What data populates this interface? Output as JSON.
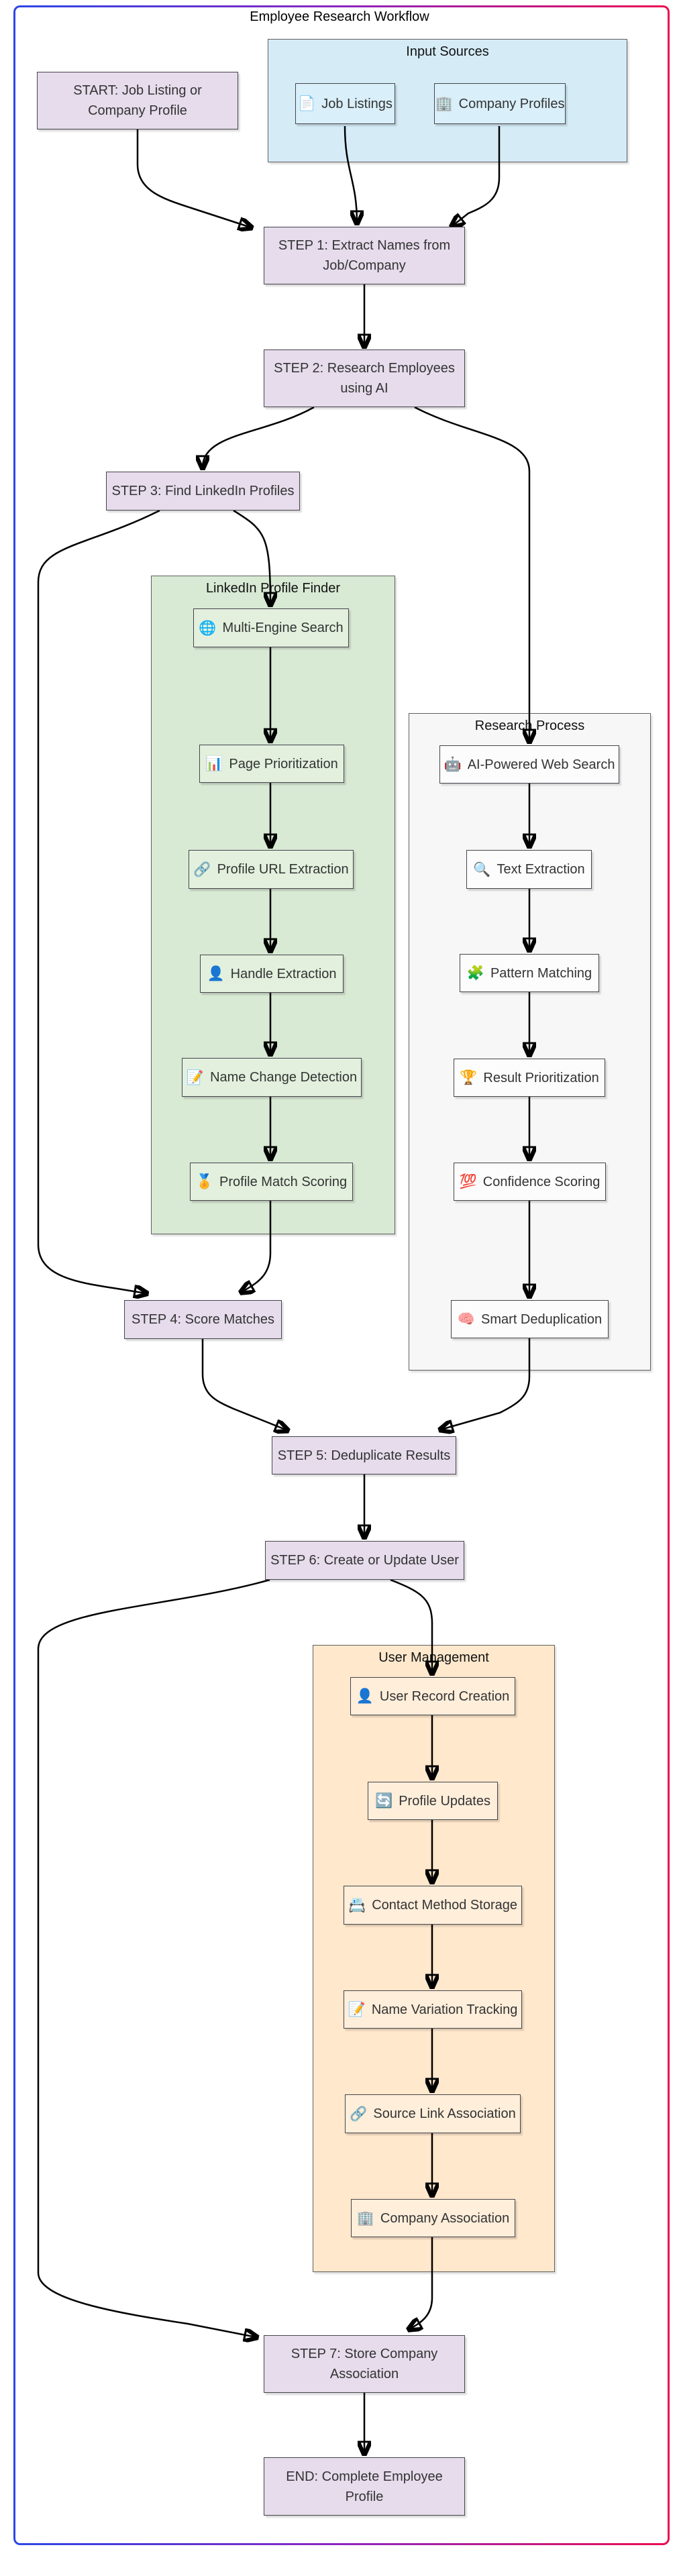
{
  "diagram": {
    "title": "Employee Research Workflow"
  },
  "subgraphs": {
    "input_sources": {
      "title": "Input Sources"
    },
    "linkedin_profile_finder": {
      "title": "LinkedIn Profile Finder"
    },
    "research_process": {
      "title": "Research Process"
    },
    "user_management": {
      "title": "User Management"
    }
  },
  "nodes": {
    "start": {
      "label": "START: Job Listing or Company Profile"
    },
    "job_listings": {
      "icon": "📄",
      "label": "Job Listings"
    },
    "company_profiles": {
      "icon": "🏢",
      "label": "Company Profiles"
    },
    "step1": {
      "label": "STEP 1: Extract Names from Job/Company"
    },
    "step2": {
      "label": "STEP 2: Research Employees using AI"
    },
    "step3": {
      "label": "STEP 3: Find LinkedIn Profiles"
    },
    "multi_engine_search": {
      "icon": "🌐",
      "label": "Multi-Engine Search"
    },
    "page_prioritization": {
      "icon": "📊",
      "label": "Page Prioritization"
    },
    "profile_url_extraction": {
      "icon": "🔗",
      "label": "Profile URL Extraction"
    },
    "handle_extraction": {
      "icon": "👤",
      "label": "Handle Extraction"
    },
    "name_change_detection": {
      "icon": "📝",
      "label": "Name Change Detection"
    },
    "profile_match_scoring": {
      "icon": "🏅",
      "label": "Profile Match Scoring"
    },
    "ai_powered_web_search": {
      "icon": "🤖",
      "label": "AI-Powered Web Search"
    },
    "text_extraction": {
      "icon": "🔍",
      "label": "Text Extraction"
    },
    "pattern_matching": {
      "icon": "🧩",
      "label": "Pattern Matching"
    },
    "result_prioritization": {
      "icon": "🏆",
      "label": "Result Prioritization"
    },
    "confidence_scoring": {
      "icon": "💯",
      "label": "Confidence Scoring"
    },
    "smart_deduplication": {
      "icon": "🧠",
      "label": "Smart Deduplication"
    },
    "step4": {
      "label": "STEP 4: Score Matches"
    },
    "step5": {
      "label": "STEP 5: Deduplicate Results"
    },
    "step6": {
      "label": "STEP 6: Create or Update User"
    },
    "user_record_creation": {
      "icon": "👤",
      "label": "User Record Creation"
    },
    "profile_updates": {
      "icon": "🔄",
      "label": "Profile Updates"
    },
    "contact_method_storage": {
      "icon": "📇",
      "label": "Contact Method Storage"
    },
    "name_variation_tracking": {
      "icon": "📝",
      "label": "Name Variation Tracking"
    },
    "source_link_association": {
      "icon": "🔗",
      "label": "Source Link Association"
    },
    "company_association": {
      "icon": "🏢",
      "label": "Company Association"
    },
    "step7": {
      "label": "STEP 7: Store Company Association"
    },
    "end": {
      "label": "END: Complete Employee Profile"
    }
  },
  "edges": [
    {
      "from": "start",
      "to": "step1"
    },
    {
      "from": "job_listings",
      "to": "step1"
    },
    {
      "from": "company_profiles",
      "to": "step1"
    },
    {
      "from": "step1",
      "to": "step2"
    },
    {
      "from": "step2",
      "to": "step3"
    },
    {
      "from": "step2",
      "to": "ai_powered_web_search"
    },
    {
      "from": "step3",
      "to": "step4"
    },
    {
      "from": "step3",
      "to": "multi_engine_search"
    },
    {
      "from": "multi_engine_search",
      "to": "page_prioritization"
    },
    {
      "from": "page_prioritization",
      "to": "profile_url_extraction"
    },
    {
      "from": "profile_url_extraction",
      "to": "handle_extraction"
    },
    {
      "from": "handle_extraction",
      "to": "name_change_detection"
    },
    {
      "from": "name_change_detection",
      "to": "profile_match_scoring"
    },
    {
      "from": "profile_match_scoring",
      "to": "step4"
    },
    {
      "from": "ai_powered_web_search",
      "to": "text_extraction"
    },
    {
      "from": "text_extraction",
      "to": "pattern_matching"
    },
    {
      "from": "pattern_matching",
      "to": "result_prioritization"
    },
    {
      "from": "result_prioritization",
      "to": "confidence_scoring"
    },
    {
      "from": "confidence_scoring",
      "to": "smart_deduplication"
    },
    {
      "from": "smart_deduplication",
      "to": "step5"
    },
    {
      "from": "step4",
      "to": "step5"
    },
    {
      "from": "step5",
      "to": "step6"
    },
    {
      "from": "step6",
      "to": "step7"
    },
    {
      "from": "step6",
      "to": "user_record_creation"
    },
    {
      "from": "user_record_creation",
      "to": "profile_updates"
    },
    {
      "from": "profile_updates",
      "to": "contact_method_storage"
    },
    {
      "from": "contact_method_storage",
      "to": "name_variation_tracking"
    },
    {
      "from": "name_variation_tracking",
      "to": "source_link_association"
    },
    {
      "from": "source_link_association",
      "to": "company_association"
    },
    {
      "from": "company_association",
      "to": "step7"
    },
    {
      "from": "step7",
      "to": "end"
    }
  ],
  "colors": {
    "border_gradient_start": "#2b46e8",
    "border_gradient_end": "#ec0c52",
    "step_node_fill": "#e6dcec",
    "input_sources_fill": "#d5ecf7",
    "linkedin_finder_fill": "#d8e9d4",
    "research_process_fill": "#f7f7f7",
    "user_management_fill": "#ffe8cc",
    "edge_color": "#000000"
  }
}
